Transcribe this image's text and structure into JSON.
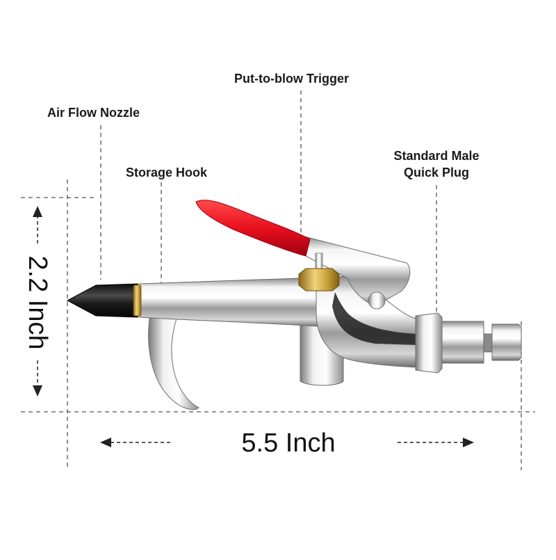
{
  "callouts": {
    "air_flow_nozzle": "Air Flow Nozzle",
    "storage_hook": "Storage Hook",
    "trigger": "Put-to-blow Trigger",
    "quick_plug_line1": "Standard Male",
    "quick_plug_line2": "Quick Plug"
  },
  "dimensions": {
    "height": "2.2 Inch",
    "width": "5.5 Inch"
  },
  "colors": {
    "trigger_red": "#e8101e",
    "brass": "#c9a23a",
    "chrome": "#c8c8c8",
    "nozzle_black": "#1c1c1c",
    "guide_line": "#555555"
  }
}
